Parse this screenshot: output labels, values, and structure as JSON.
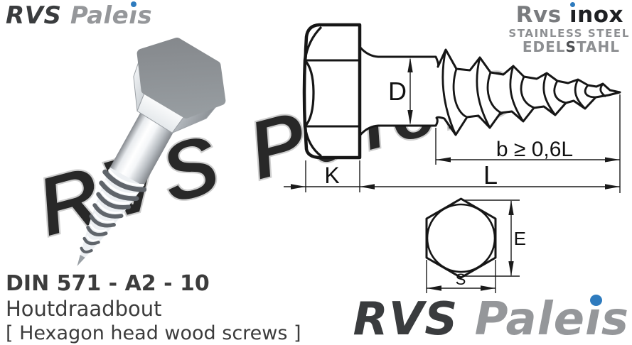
{
  "brand": {
    "full_name": "RVS Paleis",
    "rvs": "RVS",
    "paleis_pre": "Pale",
    "paleis_i_dotless": "ı",
    "paleis_post": "s",
    "accent_blue": "#2e7bbe",
    "dark_gray": "#3a3c3e",
    "light_gray": "#95979a"
  },
  "header_right": {
    "rvs": "Rvs",
    "inox_i_dotless": "ı",
    "inox_rest": "nox",
    "line2": "STAINLESS STEEL",
    "line3_pre": "EDEL",
    "line3_mid": "S",
    "line3_post": "TAHL"
  },
  "watermark": {
    "text": "RVS Paleis",
    "color": "#c9c9c9"
  },
  "drawing_labels": {
    "shank_diameter": "D",
    "head_height": "K",
    "total_length": "L",
    "thread_length": "b ≥ 0,6L",
    "width_across_corners": "E",
    "width_across_flats": "S"
  },
  "product": {
    "din_spec": "DIN 571 - A2 - 10",
    "name_nl": "Houtdraadbout",
    "name_en": "[ Hexagon head wood screws ]"
  }
}
